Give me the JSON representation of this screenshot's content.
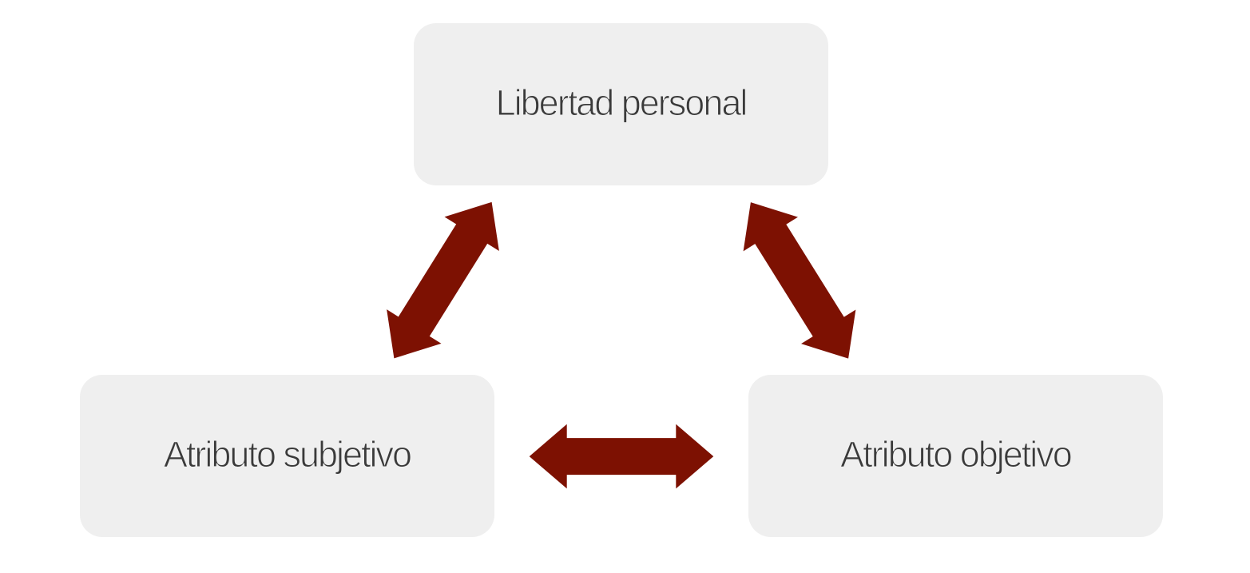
{
  "diagram": {
    "colors": {
      "background": "#ffffff",
      "node_fill": "#efefef",
      "node_text": "#3a3a3a",
      "arrow": "#7d1102"
    },
    "nodes": [
      {
        "id": "libertad-personal",
        "label": "Libertad personal"
      },
      {
        "id": "atributo-subjetivo",
        "label": "Atributo subjetivo"
      },
      {
        "id": "atributo-objetivo",
        "label": "Atributo objetivo"
      }
    ],
    "connectors": [
      {
        "type": "double-headed-arrow",
        "between": [
          "libertad-personal",
          "atributo-subjetivo"
        ]
      },
      {
        "type": "double-headed-arrow",
        "between": [
          "libertad-personal",
          "atributo-objetivo"
        ]
      },
      {
        "type": "double-headed-arrow",
        "between": [
          "atributo-subjetivo",
          "atributo-objetivo"
        ]
      }
    ]
  }
}
